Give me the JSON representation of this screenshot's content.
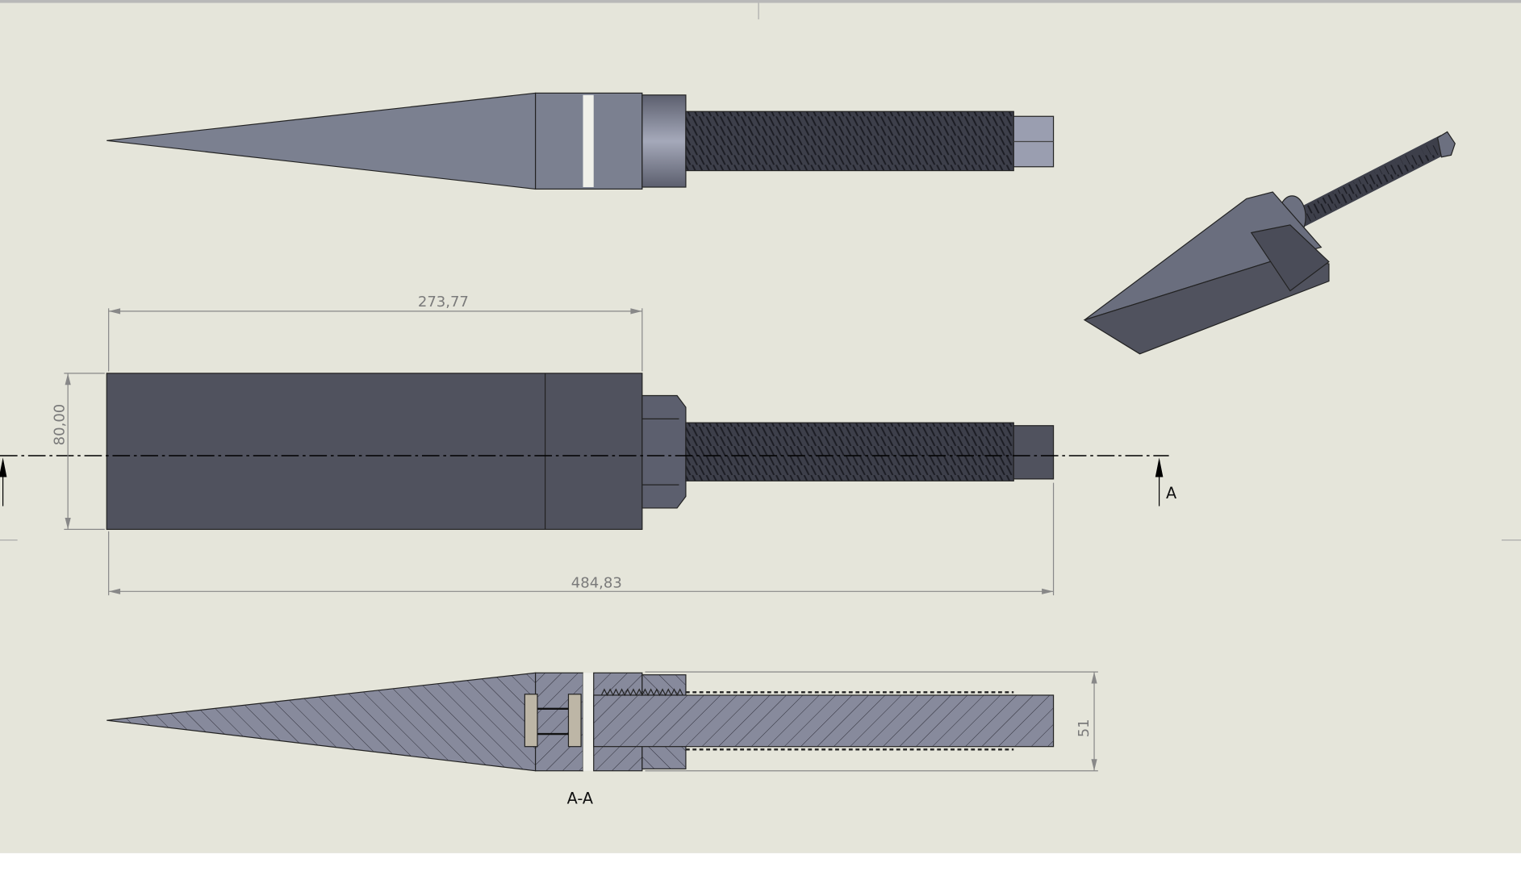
{
  "drawing": {
    "background_color": "#e5e5da",
    "part_color": "#50525e",
    "part_light_color": "#7b8090",
    "section_color": "#878a9c"
  },
  "dimensions": {
    "block_length": "273,77",
    "block_height": "80,00",
    "overall_length": "484,83",
    "section_height": "51"
  },
  "section": {
    "arrow_label": "A",
    "view_label": "A-A"
  }
}
